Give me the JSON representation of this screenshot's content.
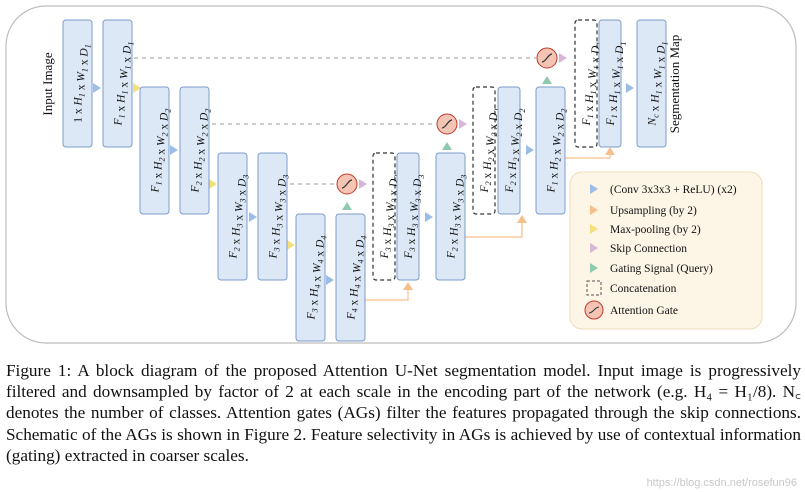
{
  "diagram": {
    "input_label": "Input Image",
    "output_label": "Segmentation Map",
    "blocks": [
      {
        "id": "in",
        "label": "1 x H_1 x W_1 x D_1"
      },
      {
        "id": "e1",
        "label": "F_1 x H_1 x W_1 x D_1"
      },
      {
        "id": "e2a",
        "label": "F_1 x H_2 x W_2 x D_2"
      },
      {
        "id": "e2b",
        "label": "F_2 x H_2 x W_2 x D_2"
      },
      {
        "id": "e3a",
        "label": "F_2 x H_3 x W_3 x D_3"
      },
      {
        "id": "e3b",
        "label": "F_3 x H_3 x W_3 x D_3"
      },
      {
        "id": "b4a",
        "label": "F_3 x H_4 x W_4 x D_4"
      },
      {
        "id": "b4b",
        "label": "F_4 x H_4 x W_4 x D_4"
      },
      {
        "id": "c3",
        "label": "F_3 x H_3 x W_3 x D_3"
      },
      {
        "id": "d3a",
        "label": "F_3 x H_3 x W_3 x D_3"
      },
      {
        "id": "d3b",
        "label": "F_2 x H_3 x W_3 x D_3"
      },
      {
        "id": "c2",
        "label": "F_2 x H_2 x W_2 x D_2"
      },
      {
        "id": "d2a",
        "label": "F_2 x H_2 x W_2 x D_2"
      },
      {
        "id": "d2b",
        "label": "F_1 x H_2 x W_2 x D_2"
      },
      {
        "id": "c1",
        "label": "F_1 x H_1 x W_1 x D_1"
      },
      {
        "id": "d1",
        "label": "F_1 x H_1 x W_1 x D_1"
      },
      {
        "id": "out",
        "label": "N_c x H_1 x W_1 x D_1"
      }
    ]
  },
  "legend": {
    "items": [
      {
        "label": "(Conv 3x3x3 + ReLU) (x2)",
        "color": "#9bbde6",
        "marker": "triangle"
      },
      {
        "label": "Upsampling (by 2)",
        "color": "#f6bf8c",
        "marker": "triangle"
      },
      {
        "label": "Max-pooling (by 2)",
        "color": "#f3df7c",
        "marker": "triangle"
      },
      {
        "label": "Skip Connection",
        "color": "#d8b6d8",
        "marker": "triangle"
      },
      {
        "label": "Gating Signal (Query)",
        "color": "#8fc9ae",
        "marker": "triangle"
      },
      {
        "label": "Concatenation",
        "color": "#555555",
        "marker": "dashed-box"
      },
      {
        "label": "Attention Gate",
        "color": "#f4c4b4",
        "marker": "circle"
      }
    ]
  },
  "caption": {
    "figure_label": "Figure 1:",
    "text": "A block diagram of the proposed Attention U-Net segmentation model. Input image is progressively filtered and downsampled by factor of 2 at each scale in the encoding part of the network (e.g. H₄ = H₁/8). N꜀ denotes the number of classes. Attention gates (AGs) filter the features propagated through the skip connections. Schematic of the AGs is shown in Figure 2. Feature selectivity in AGs is achieved by use of contextual information (gating) extracted in coarser scales."
  },
  "watermark": "https://blog.csdn.net/rosefun96",
  "colors": {
    "block_fill": "#dce8f6",
    "block_stroke": "#7c9ccb",
    "conv_arrow": "#9bbde6",
    "upsample_arrow": "#f6bf8c",
    "pool_arrow": "#f3df7c",
    "skip_arrow": "#d8b6d8",
    "gating_arrow": "#8fc9ae",
    "gate_fill": "#f4c4b4",
    "legend_bg": "#fdf5e6"
  }
}
